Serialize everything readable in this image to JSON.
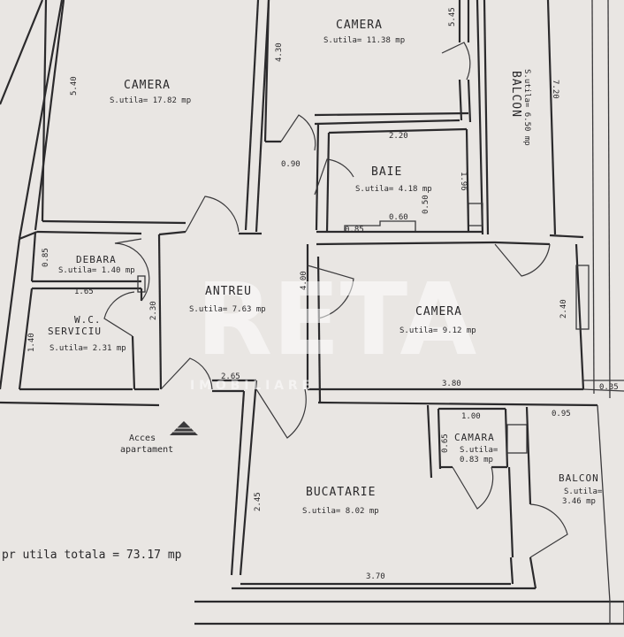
{
  "rooms": {
    "camera_top": {
      "name": "CAMERA",
      "area": "S.utila= 11.38 mp"
    },
    "camera_left": {
      "name": "CAMERA",
      "area": "S.utila= 17.82 mp"
    },
    "baie": {
      "name": "BAIE",
      "area": "S.utila= 4.18 mp"
    },
    "balcon_top": {
      "name": "BALCON",
      "area": "S.utila= 6.50 mp"
    },
    "debara": {
      "name": "DEBARA",
      "area": "S.utila= 1.40 mp"
    },
    "antreu": {
      "name": "ANTREU",
      "area": "S.utila= 7.63 mp"
    },
    "camera_right": {
      "name": "CAMERA",
      "area": "S.utila= 9.12 mp"
    },
    "wc": {
      "name_line1": "W.C.",
      "name_line2": "SERVICIU",
      "area": "S.utila= 2.31 mp"
    },
    "camara": {
      "name": "CAMARA",
      "area_line1": "S.utila=",
      "area_line2": "0.83 mp"
    },
    "balcon_bottom": {
      "name": "BALCON",
      "area_line1": "S.utila=",
      "area_line2": "3.46 mp"
    },
    "bucatarie": {
      "name": "BUCATARIE",
      "area": "S.utila= 8.02 mp"
    }
  },
  "dimensions": {
    "d_545": "5.45",
    "d_540": "5.40",
    "d_430": "4.30",
    "d_720": "7.20",
    "d_220": "2.20",
    "d_090": "0.90",
    "d_196": "1.96",
    "d_060": "0.60",
    "d_085": "0.85",
    "d_050": "0.50",
    "d_085b": "0.85",
    "d_165": "1.65",
    "d_230": "2.30",
    "d_400": "4.00",
    "d_240": "2.40",
    "d_140": "1.40",
    "d_265": "2.65",
    "d_380": "3.80",
    "d_035": "0.35",
    "d_100": "1.00",
    "d_095": "0.95",
    "d_065": "0.65",
    "d_245": "2.45",
    "d_370": "3.70"
  },
  "labels": {
    "access_line1": "Acces",
    "access_line2": "apartament",
    "total_area": "pr  utila totala = 73.17 mp"
  },
  "watermark": {
    "logo": "RETA",
    "subtitle": "I M O B I L I A R E"
  }
}
